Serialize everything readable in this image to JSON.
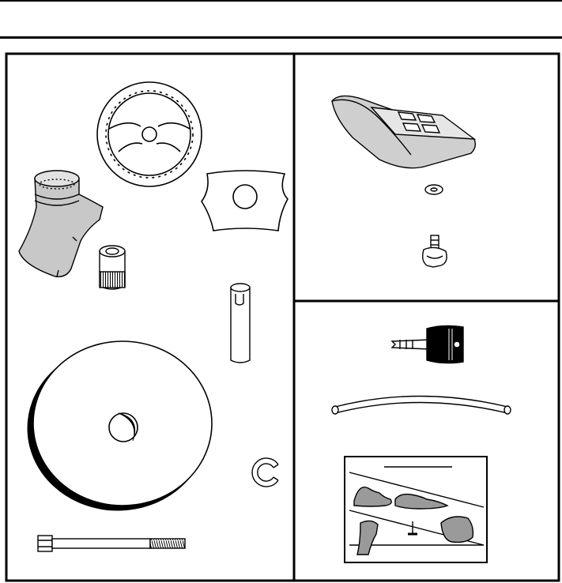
{
  "page": {
    "type": "parts-illustration-sheet",
    "background_color": "#ffffff",
    "line_color": "#000000",
    "part_fill_color": "#c8c8c8"
  },
  "panels": [
    {
      "id": "left-panel",
      "parts": [
        {
          "name": "steering-wheel",
          "icon": "steering-wheel-icon"
        },
        {
          "name": "steering-wheel-cap",
          "icon": "shield-cap-icon"
        },
        {
          "name": "discharge-chute-adapter",
          "icon": "chute-adapter-icon"
        },
        {
          "name": "steering-adapter",
          "icon": "splined-adapter-icon"
        },
        {
          "name": "steering-shaft",
          "icon": "shaft-icon"
        },
        {
          "name": "large-washer",
          "icon": "flat-washer-icon"
        },
        {
          "name": "retaining-ring",
          "icon": "c-clip-icon"
        },
        {
          "name": "bolt",
          "icon": "bolt-icon"
        }
      ]
    },
    {
      "id": "top-right-panel",
      "parts": [
        {
          "name": "seat",
          "icon": "seat-icon"
        },
        {
          "name": "small-washer",
          "icon": "small-washer-icon"
        },
        {
          "name": "wing-knob",
          "icon": "knob-icon"
        }
      ]
    },
    {
      "id": "bottom-right-panel",
      "parts": [
        {
          "name": "ignition-key",
          "icon": "key-icon"
        },
        {
          "name": "hose",
          "icon": "hose-icon"
        },
        {
          "name": "slope-guide-decal",
          "icon": "slope-guide-icon"
        }
      ]
    }
  ]
}
